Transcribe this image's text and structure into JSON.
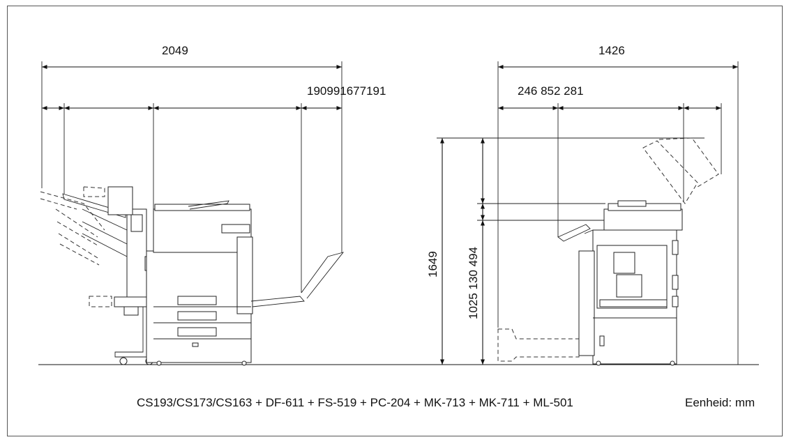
{
  "dimensions": {
    "front_total_width": "2049",
    "front_segments": "190991677191",
    "side_total_width": "1426",
    "side_segments": "246 852 281",
    "total_height": "1649",
    "height_segments": "1025 130 494"
  },
  "caption": {
    "configuration": "CS193/CS173/CS163 + DF-611 + FS-519 + PC-204 + MK-713 + MK-711 + ML-501",
    "unit": "Eenheid: mm"
  },
  "colors": {
    "line": "#111111",
    "frame": "#555555",
    "background": "#ffffff"
  }
}
